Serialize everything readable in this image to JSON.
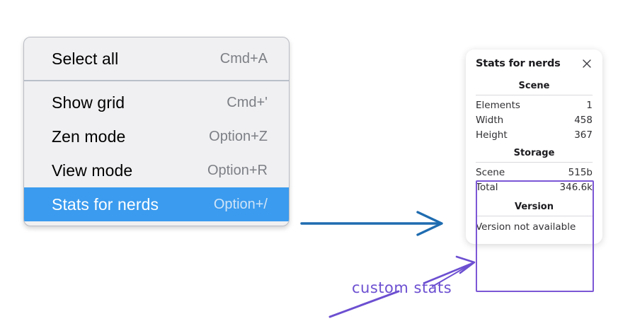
{
  "menu": {
    "sections": [
      {
        "items": [
          {
            "label": "Select all",
            "shortcut": "Cmd+A",
            "highlighted": false,
            "name": "menu-item-select-all"
          }
        ]
      },
      {
        "items": [
          {
            "label": "Show grid",
            "shortcut": "Cmd+'",
            "highlighted": false,
            "name": "menu-item-show-grid"
          },
          {
            "label": "Zen mode",
            "shortcut": "Option+Z",
            "highlighted": false,
            "name": "menu-item-zen-mode"
          },
          {
            "label": "View mode",
            "shortcut": "Option+R",
            "highlighted": false,
            "name": "menu-item-view-mode"
          },
          {
            "label": "Stats for nerds",
            "shortcut": "Option+/",
            "highlighted": true,
            "name": "menu-item-stats-for-nerds"
          }
        ]
      }
    ],
    "highlight_color": "#3b9bee"
  },
  "stats_panel": {
    "title": "Stats for nerds",
    "close_icon": "close-icon",
    "sections": [
      {
        "heading": "Scene",
        "rows": [
          {
            "key": "Elements",
            "value": "1"
          },
          {
            "key": "Width",
            "value": "458"
          },
          {
            "key": "Height",
            "value": "367"
          }
        ]
      },
      {
        "heading": "Storage",
        "rows": [
          {
            "key": "Scene",
            "value": "515b"
          },
          {
            "key": "Total",
            "value": "346.6k"
          }
        ]
      },
      {
        "heading": "Version",
        "full_row": "Version not available"
      }
    ]
  },
  "annotations": {
    "handwritten_label": "custom stats",
    "highlight_box_color": "#7c57d6",
    "arrow_color": "#1f6cb0",
    "pen_color": "#6c4fd1"
  }
}
